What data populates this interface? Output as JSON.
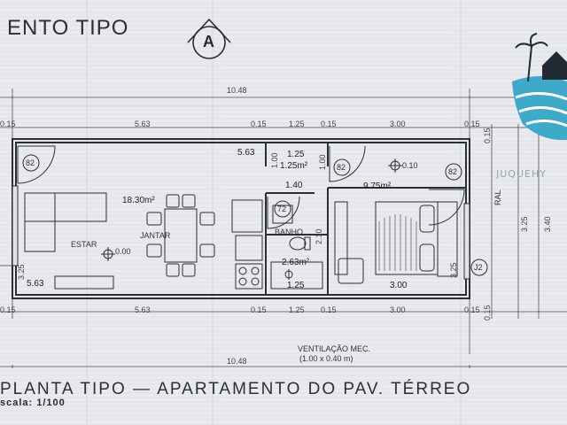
{
  "header": {
    "title_fragment": "ENTO TIPO",
    "north_marker": "A"
  },
  "footer": {
    "plan_title": "PLANTA TIPO  —  APARTAMENTO DO PAV. TÉRREO",
    "scale": "scala: 1/100"
  },
  "watermark": {
    "text": "JUQUEHY"
  },
  "dimensions": {
    "overall_width": "10.48",
    "top_left": "5.63",
    "top_small": "0.15",
    "top_mid": "1.25",
    "top_right": "3.00",
    "bottom_left": "5.63",
    "bottom_small": "0.15",
    "bottom_mid": "1.25",
    "bottom_right": "3.00",
    "left_height": "3.25",
    "right_height_a": "3.25",
    "right_height_b": "3.40",
    "wall_left": "0.15",
    "wall_left_b": "0.15",
    "wall_right": "0.15",
    "wall_right_b": "0.15"
  },
  "rooms": {
    "living": {
      "area": "18.30m²",
      "estar": "ESTAR",
      "jantar": "JANTAR",
      "level": "0.00",
      "width": "5.63",
      "height": "3.25"
    },
    "hall": {
      "width": "5.63",
      "h1": "1.25",
      "area": "1.25m²",
      "h2": "1.00",
      "h3": "1.00",
      "h4": "1.40"
    },
    "bath": {
      "label": "BANHO",
      "area": "2.63m²",
      "height": "2.10",
      "width": "1.25"
    },
    "bedroom": {
      "area": "9.75m²",
      "level": "0.10",
      "width": "3.00",
      "height": "3.25"
    }
  },
  "doors": {
    "d1": "82",
    "d2": "82",
    "d3": "82",
    "d4": "72"
  },
  "window_right": "J2",
  "corridor_label": "RAL",
  "ventilation": {
    "line1": "VENTILAÇÃO MEC.",
    "line2": "(1.00 x 0.40 m)"
  },
  "colors": {
    "ink": "#262a33",
    "paper": "#e8eaee",
    "logo_teal": "#3fa9c9"
  }
}
